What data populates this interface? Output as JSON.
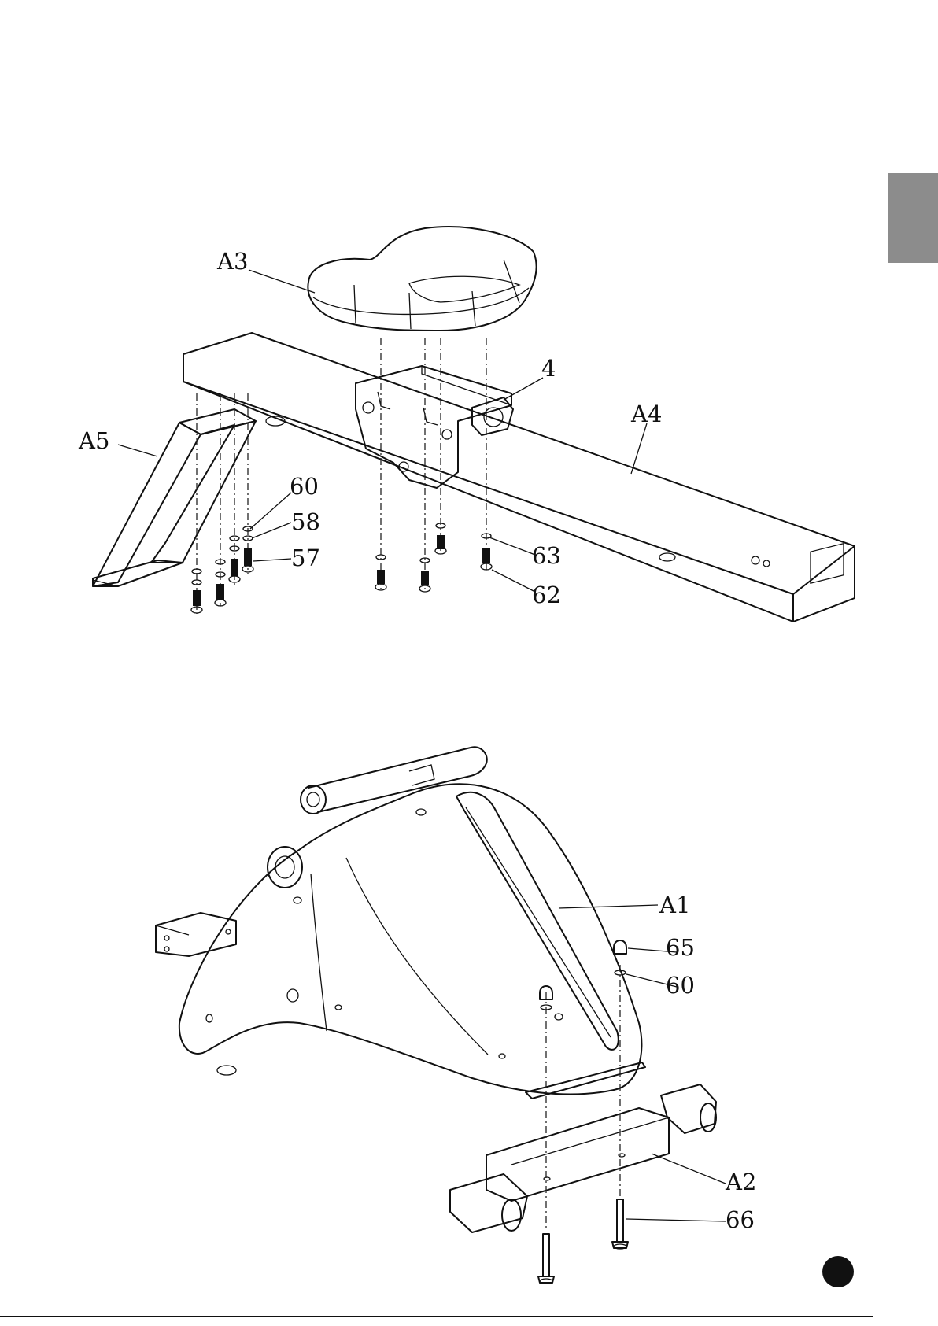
{
  "colors": {
    "ink": "#111111",
    "tab": "#8c8c8c",
    "page_bg": "#ffffff"
  },
  "top_diagram": {
    "labels": {
      "seat": "A3",
      "carriage": "4",
      "rail": "A4",
      "rear_stand": "A5",
      "washer_60": "60",
      "washer_58": "58",
      "bolt_57": "57",
      "washer_63": "63",
      "bolt_62": "62"
    }
  },
  "bottom_diagram": {
    "labels": {
      "frame": "A1",
      "cap_nut": "65",
      "washer": "60",
      "stabilizer": "A2",
      "bolt": "66"
    }
  },
  "footer": {
    "page_number": ""
  }
}
